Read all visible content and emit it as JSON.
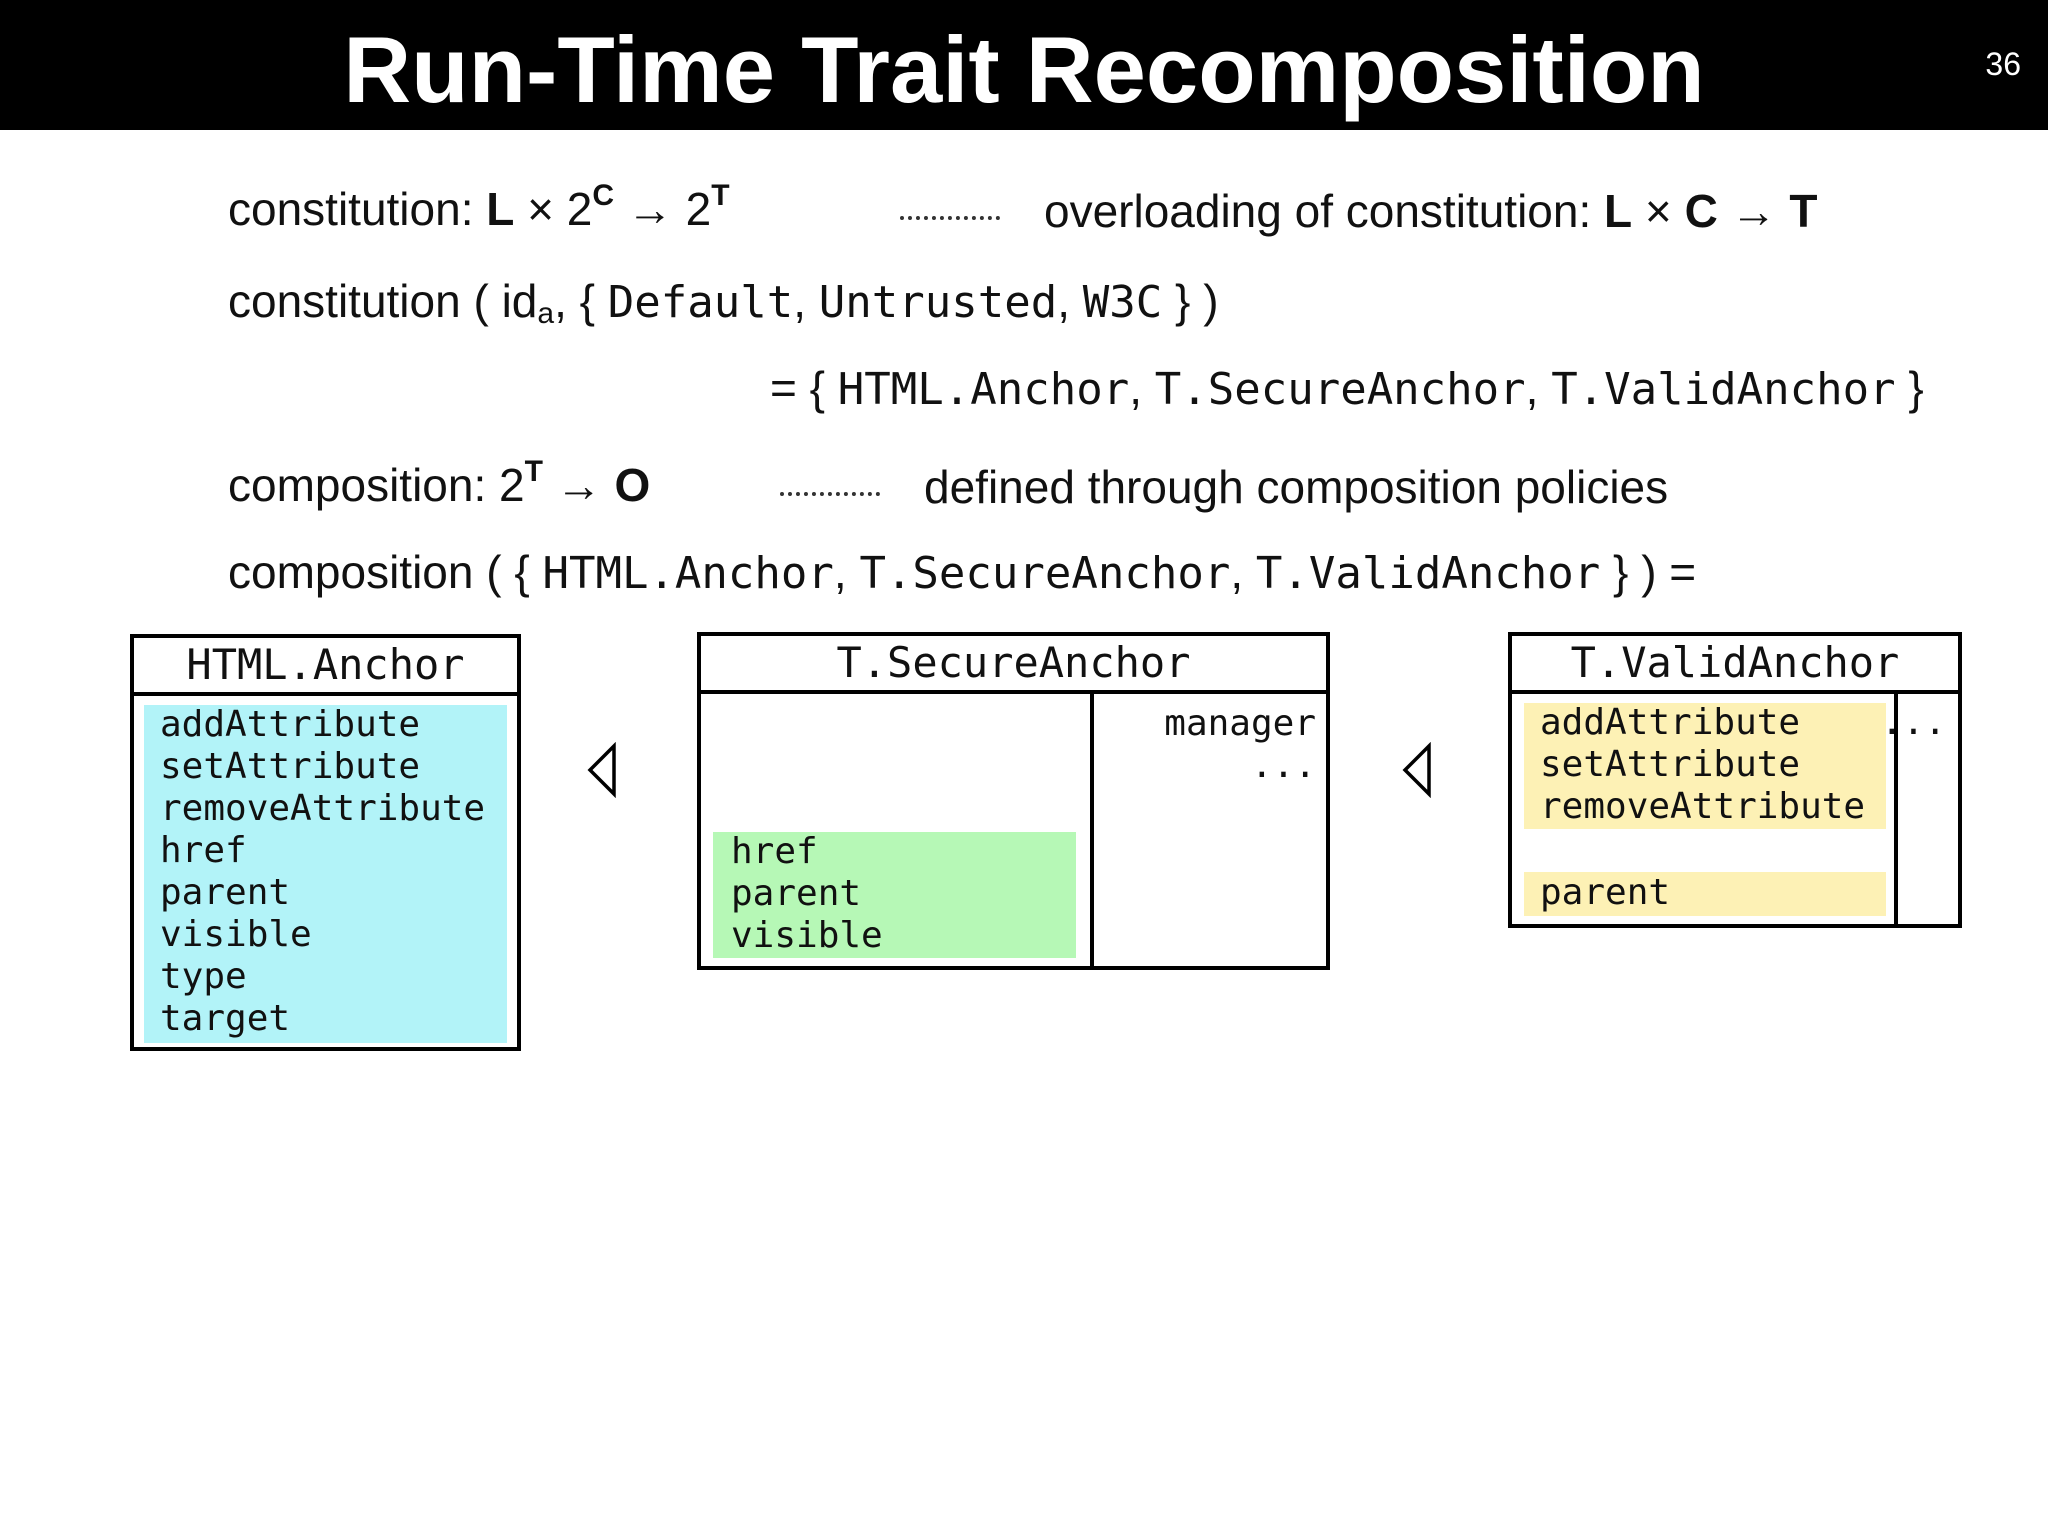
{
  "slide": {
    "title": "Run-Time Trait Recomposition",
    "page_number": "36"
  },
  "formulas": {
    "constitution_sig": {
      "prefix": "constitution: ",
      "L": "L",
      "times": " × 2",
      "sup_c": "C",
      "arrow": " → 2",
      "sup_t": "T"
    },
    "overloading": {
      "prefix": "overloading of constitution: ",
      "L": "L",
      "times": " × ",
      "C": "C",
      "arrow": " → ",
      "T": "T"
    },
    "constitution_call": {
      "prefix": "constitution ( id",
      "sub": "a",
      "open": ", { ",
      "arg1": "Default",
      "sep1": ", ",
      "arg2": "Untrusted",
      "sep2": ", ",
      "arg3": "W3C",
      "close": " } )"
    },
    "constitution_result": {
      "prefix": "= { ",
      "item1": "HTML.Anchor",
      "sep1": ", ",
      "item2": "T.SecureAnchor",
      "sep2": ", ",
      "item3": "T.ValidAnchor",
      "close": " }"
    },
    "composition_sig": {
      "prefix": "composition: 2",
      "sup_t": "T",
      "arrow": " → ",
      "O": "O"
    },
    "composition_note": "defined through composition policies",
    "composition_call": {
      "prefix": "composition ( { ",
      "item1": "HTML.Anchor",
      "sep1": ", ",
      "item2": "T.SecureAnchor",
      "sep2": ", ",
      "item3": "T.ValidAnchor",
      "close": " } ) ="
    }
  },
  "boxes": {
    "html_anchor": {
      "title": "HTML.Anchor",
      "methods": "addAttribute\nsetAttribute\nremoveAttribute\nhref\nparent\nvisible\ntype\ntarget",
      "fill_color": "#b2f3f8"
    },
    "secure_anchor": {
      "title": "T.SecureAnchor",
      "methods": "href\nparent\nvisible",
      "right_methods": "manager\n...",
      "fill_color": "#b6f8b6"
    },
    "valid_anchor": {
      "title": "T.ValidAnchor",
      "methods_top": "addAttribute\nsetAttribute\nremoveAttribute",
      "methods_bottom": "parent",
      "right_methods": "...",
      "fill_color": "#fdf1b5"
    }
  },
  "icons": {
    "arrow_1": "left-triangle-icon",
    "arrow_2": "left-triangle-icon"
  }
}
